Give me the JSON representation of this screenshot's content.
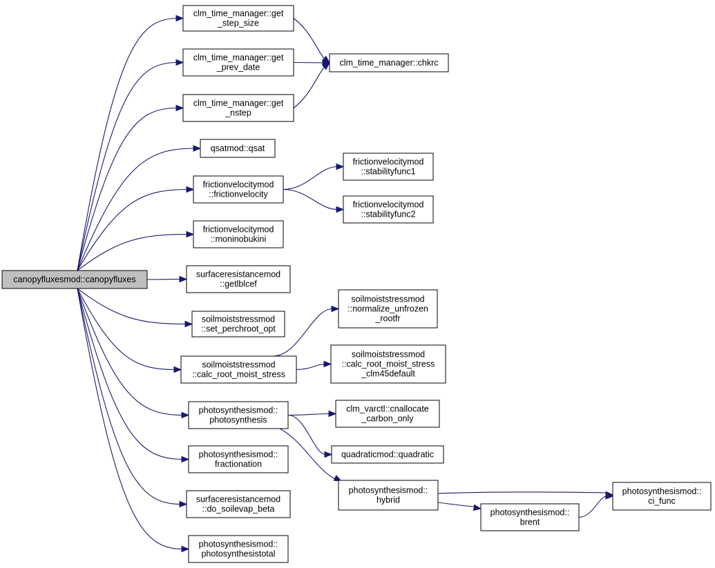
{
  "nodes": {
    "canopyfluxes": [
      "canopyfluxesmod::canopyfluxes"
    ],
    "get_step_size": [
      "clm_time_manager::get",
      "_step_size"
    ],
    "get_prev_date": [
      "clm_time_manager::get",
      "_prev_date"
    ],
    "get_nstep": [
      "clm_time_manager::get",
      "_nstep"
    ],
    "chkrc": [
      "clm_time_manager::chkrc"
    ],
    "qsat": [
      "qsatmod::qsat"
    ],
    "frictionvelocity": [
      "frictionvelocitymod",
      "::frictionvelocity"
    ],
    "stabilityfunc1": [
      "frictionvelocitymod",
      "::stabilityfunc1"
    ],
    "stabilityfunc2": [
      "frictionvelocitymod",
      "::stabilityfunc2"
    ],
    "moninobukini": [
      "frictionvelocitymod",
      "::moninobukini"
    ],
    "getlblcef": [
      "surfaceresistancemod",
      "::getlblcef"
    ],
    "set_perchroot_opt": [
      "soilmoiststressmod",
      "::set_perchroot_opt"
    ],
    "normalize_unfrozen_rootfr": [
      "soilmoiststressmod",
      "::normalize_unfrozen",
      "_rootfr"
    ],
    "calc_root_moist_stress": [
      "soilmoiststressmod",
      "::calc_root_moist_stress"
    ],
    "calc_root_moist_stress_clm45default": [
      "soilmoiststressmod",
      "::calc_root_moist_stress",
      "_clm45default"
    ],
    "photosynthesis": [
      "photosynthesismod::",
      "photosynthesis"
    ],
    "cnallocate_carbon_only": [
      "clm_varctl::cnallocate",
      "_carbon_only"
    ],
    "quadratic": [
      "quadraticmod::quadratic"
    ],
    "fractionation": [
      "photosynthesismod::",
      "fractionation"
    ],
    "hybrid": [
      "photosynthesismod::",
      "hybrid"
    ],
    "ci_func": [
      "photosynthesismod::",
      "ci_func"
    ],
    "brent": [
      "photosynthesismod::",
      "brent"
    ],
    "do_soilevap_beta": [
      "surfaceresistancemod",
      "::do_soilevap_beta"
    ],
    "photosynthesistotal": [
      "photosynthesismod::",
      "photosynthesistotal"
    ]
  },
  "edges": [
    [
      "canopyfluxes",
      "get_step_size"
    ],
    [
      "canopyfluxes",
      "get_prev_date"
    ],
    [
      "canopyfluxes",
      "get_nstep"
    ],
    [
      "canopyfluxes",
      "qsat"
    ],
    [
      "canopyfluxes",
      "frictionvelocity"
    ],
    [
      "canopyfluxes",
      "moninobukini"
    ],
    [
      "canopyfluxes",
      "getlblcef"
    ],
    [
      "canopyfluxes",
      "set_perchroot_opt"
    ],
    [
      "canopyfluxes",
      "calc_root_moist_stress"
    ],
    [
      "canopyfluxes",
      "photosynthesis"
    ],
    [
      "canopyfluxes",
      "fractionation"
    ],
    [
      "canopyfluxes",
      "do_soilevap_beta"
    ],
    [
      "canopyfluxes",
      "photosynthesistotal"
    ],
    [
      "get_step_size",
      "chkrc"
    ],
    [
      "get_prev_date",
      "chkrc"
    ],
    [
      "get_nstep",
      "chkrc"
    ],
    [
      "frictionvelocity",
      "stabilityfunc1"
    ],
    [
      "frictionvelocity",
      "stabilityfunc2"
    ],
    [
      "calc_root_moist_stress",
      "normalize_unfrozen_rootfr"
    ],
    [
      "calc_root_moist_stress",
      "calc_root_moist_stress_clm45default"
    ],
    [
      "photosynthesis",
      "cnallocate_carbon_only"
    ],
    [
      "photosynthesis",
      "quadratic"
    ],
    [
      "photosynthesis",
      "hybrid"
    ],
    [
      "hybrid",
      "ci_func"
    ],
    [
      "hybrid",
      "brent"
    ],
    [
      "brent",
      "ci_func"
    ]
  ]
}
